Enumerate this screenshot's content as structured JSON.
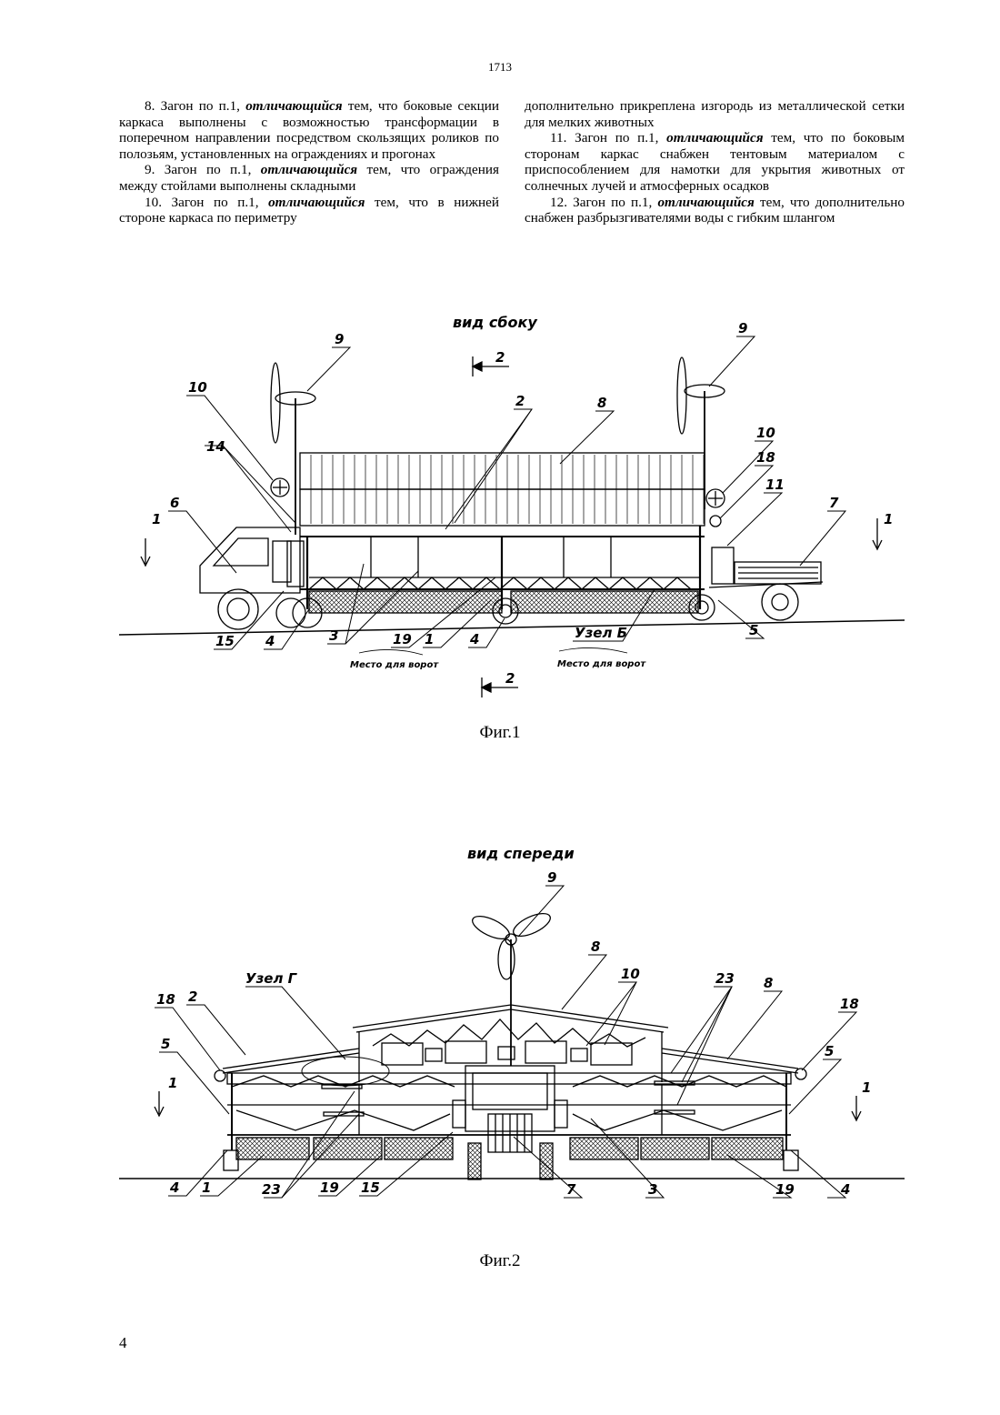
{
  "page_number": "1713",
  "footer_page": "4",
  "keyword": "отличающийся",
  "left_column": [
    {
      "prefix": "8. Загон по п.1, ",
      "suffix": " тем, что боковые секции каркаса выполнены с возможностью трансформации в поперечном направлении посредством скользящих роликов по полозьям, установленных на ограждениях и прогонах"
    },
    {
      "prefix": "9. Загон по п.1, ",
      "suffix": " тем, что ограждения между стойлами выполнены складными"
    },
    {
      "prefix": "10. Загон по п.1, ",
      "suffix": " тем, что в нижней стороне каркаса по периметру"
    }
  ],
  "right_column": [
    {
      "text": "дополнительно прикреплена изгородь из металлической сетки для мелких животных"
    },
    {
      "prefix": "11. Загон по п.1, ",
      "suffix": " тем, что по боковым сторонам каркас снабжен тентовым материалом с приспособлением для намотки для укрытия животных от солнечных лучей и атмосферных осадков"
    },
    {
      "prefix": "12. Загон по п.1, ",
      "suffix": " тем, что дополнительно снабжен разбрызгивателями воды с гибким шлангом"
    }
  ],
  "figure1": {
    "view_title": "вид сбоку",
    "caption": "Фиг.1",
    "labels": {
      "l9a": "9",
      "l9b": "9",
      "l10a": "10",
      "l10b": "10",
      "l2": "2",
      "l8": "8",
      "l14": "14",
      "l18": "18",
      "l11": "11",
      "l6": "6",
      "l7": "7",
      "l1a": "1",
      "l1b": "1",
      "l15": "15",
      "l4a": "4",
      "l4b": "4",
      "l3": "3",
      "l19": "19",
      "l1c": "1",
      "l5": "5",
      "uzelB": "Узел Б",
      "sec_top": "2",
      "sec_bot": "2"
    },
    "gate_label": "Место для ворот"
  },
  "figure2": {
    "view_title": "вид спереди",
    "caption": "Фиг.2",
    "labels": {
      "l9": "9",
      "l8a": "8",
      "l8b": "8",
      "l10": "10",
      "l23a": "23",
      "uzelG": "Узел Г",
      "l18a": "18",
      "l18b": "18",
      "l2": "2",
      "l5a": "5",
      "l5b": "5",
      "l1a": "1",
      "l1b": "1",
      "l4a": "4",
      "l1c": "1",
      "l23b": "23",
      "l19a": "19",
      "l15": "15",
      "l7": "7",
      "l3": "3",
      "l19b": "19",
      "l4b": "4"
    }
  }
}
